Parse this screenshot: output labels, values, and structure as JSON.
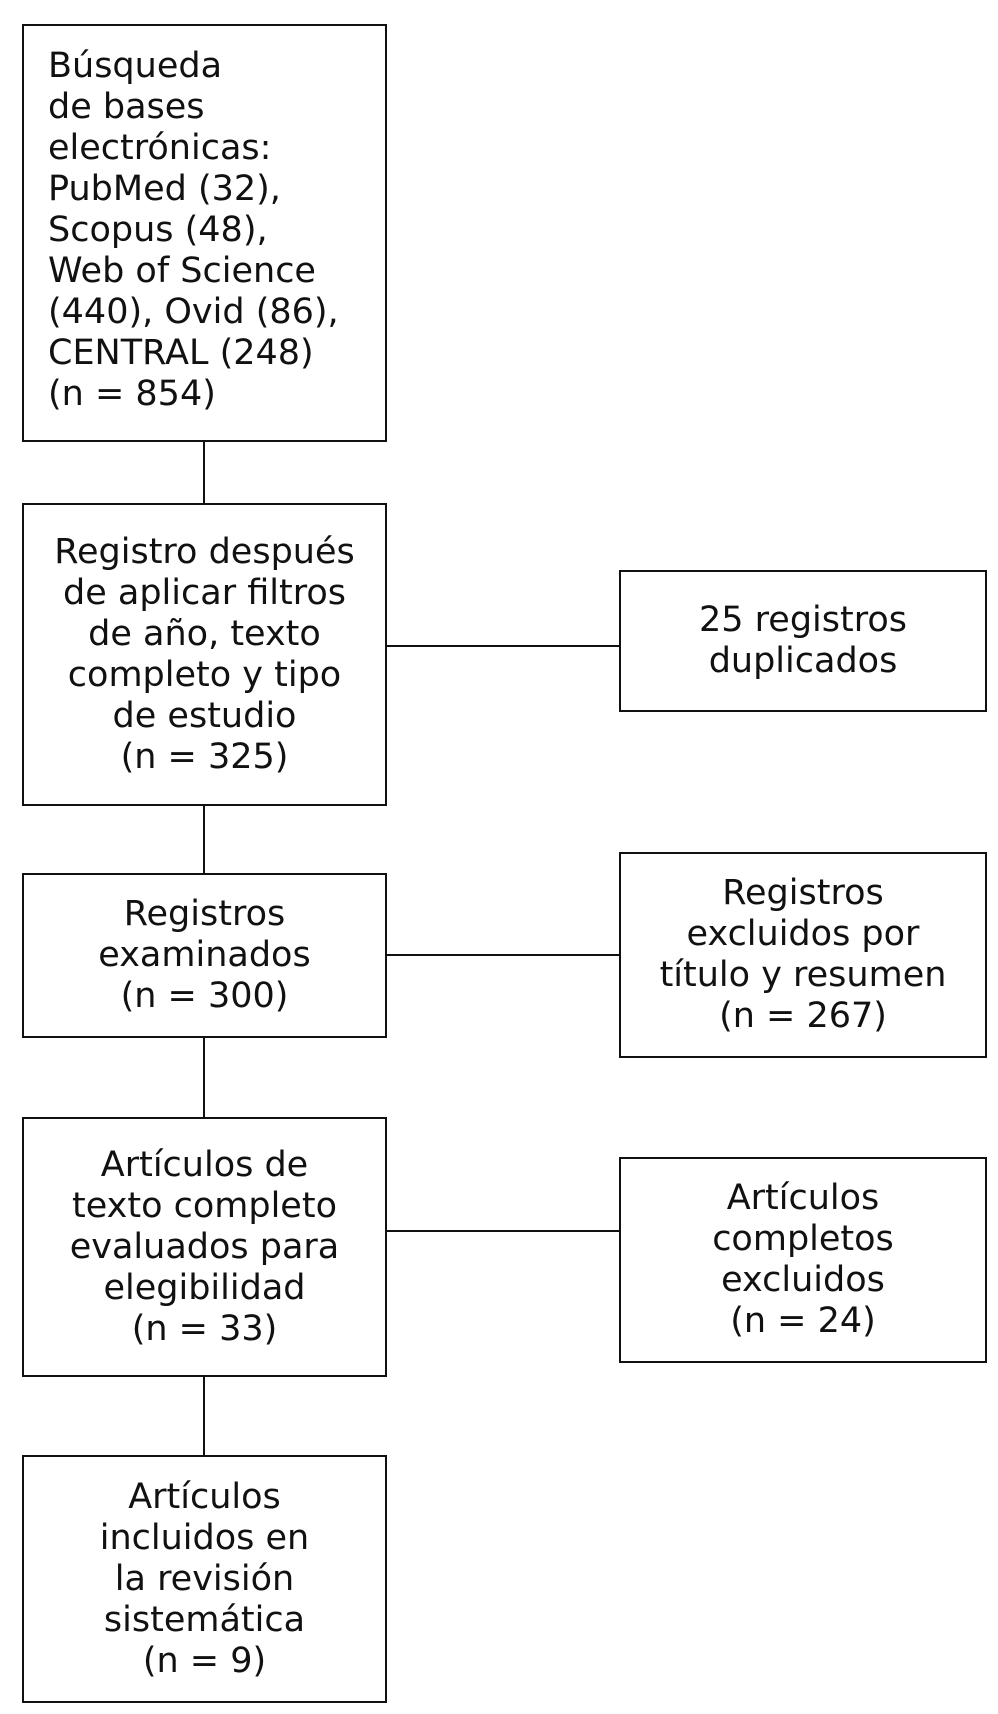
{
  "flow": {
    "search": {
      "lines": [
        "Búsqueda",
        "de bases",
        "electrónicas:",
        "PubMed (32),",
        "Scopus (48),",
        "Web of Science",
        "(440), Ovid (86),",
        "CENTRAL (248)",
        "(n = 854)"
      ]
    },
    "filtered": {
      "lines": [
        "Registro después",
        "de aplicar filtros",
        "de año, texto",
        "completo y tipo",
        "de estudio",
        "(n = 325)"
      ]
    },
    "screened": {
      "lines": [
        "Registros",
        "examinados",
        "(n = 300)"
      ]
    },
    "eligible": {
      "lines": [
        "Artículos de",
        "texto completo",
        "evaluados para",
        "elegibilidad",
        "(n = 33)"
      ]
    },
    "included": {
      "lines": [
        "Artículos",
        "incluidos en",
        "la revisión",
        "sistemática",
        "(n = 9)"
      ]
    }
  },
  "exclusions": {
    "duplicates": {
      "lines": [
        "25 registros",
        "duplicados"
      ]
    },
    "title_abstract": {
      "lines": [
        "Registros",
        "excluidos por",
        "título y resumen",
        "(n = 267)"
      ]
    },
    "full_text": {
      "lines": [
        "Artículos",
        "completos",
        "excluidos",
        "(n = 24)"
      ]
    }
  },
  "colors": {
    "stroke": "#111111",
    "background": "#ffffff",
    "text": "#111111"
  }
}
